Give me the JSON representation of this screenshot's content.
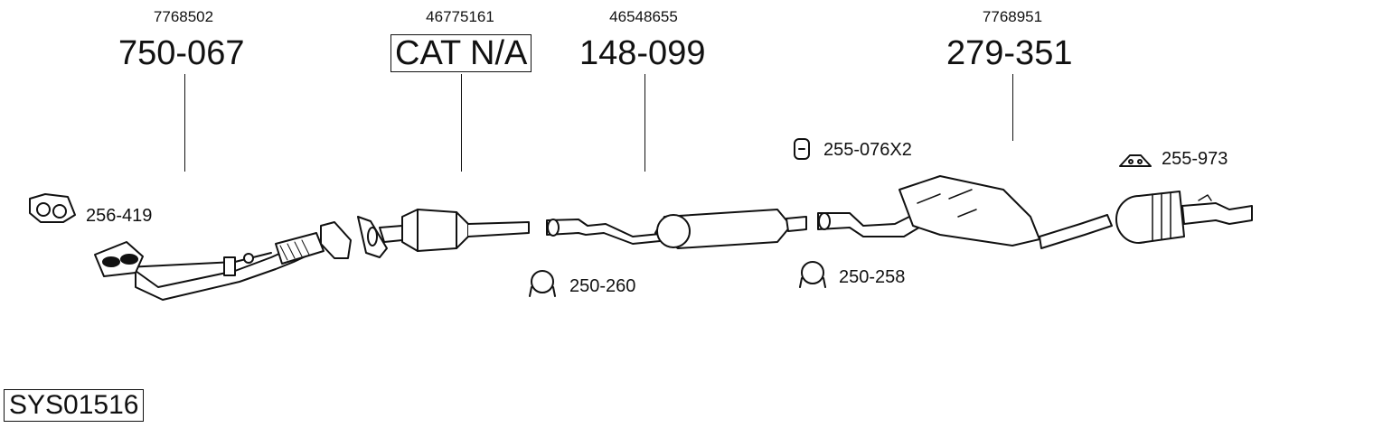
{
  "diagram": {
    "system_id": "SYS01516",
    "main_parts": [
      {
        "oe_number": "7768502",
        "part_number": "750-067",
        "boxed": false,
        "component": "front-pipe"
      },
      {
        "oe_number": "46775161",
        "part_number": "CAT N/A",
        "boxed": true,
        "component": "catalytic-converter"
      },
      {
        "oe_number": "46548655",
        "part_number": "148-099",
        "boxed": false,
        "component": "centre-silencer"
      },
      {
        "oe_number": "7768951",
        "part_number": "279-351",
        "boxed": false,
        "component": "rear-silencer"
      }
    ],
    "accessories": [
      {
        "part_number": "256-419",
        "icon": "gasket-icon"
      },
      {
        "part_number": "250-260",
        "icon": "clamp-icon"
      },
      {
        "part_number": "255-076X2",
        "icon": "rubber-hanger-icon"
      },
      {
        "part_number": "250-258",
        "icon": "clamp-icon"
      },
      {
        "part_number": "255-973",
        "icon": "mounting-rubber-icon"
      }
    ]
  }
}
